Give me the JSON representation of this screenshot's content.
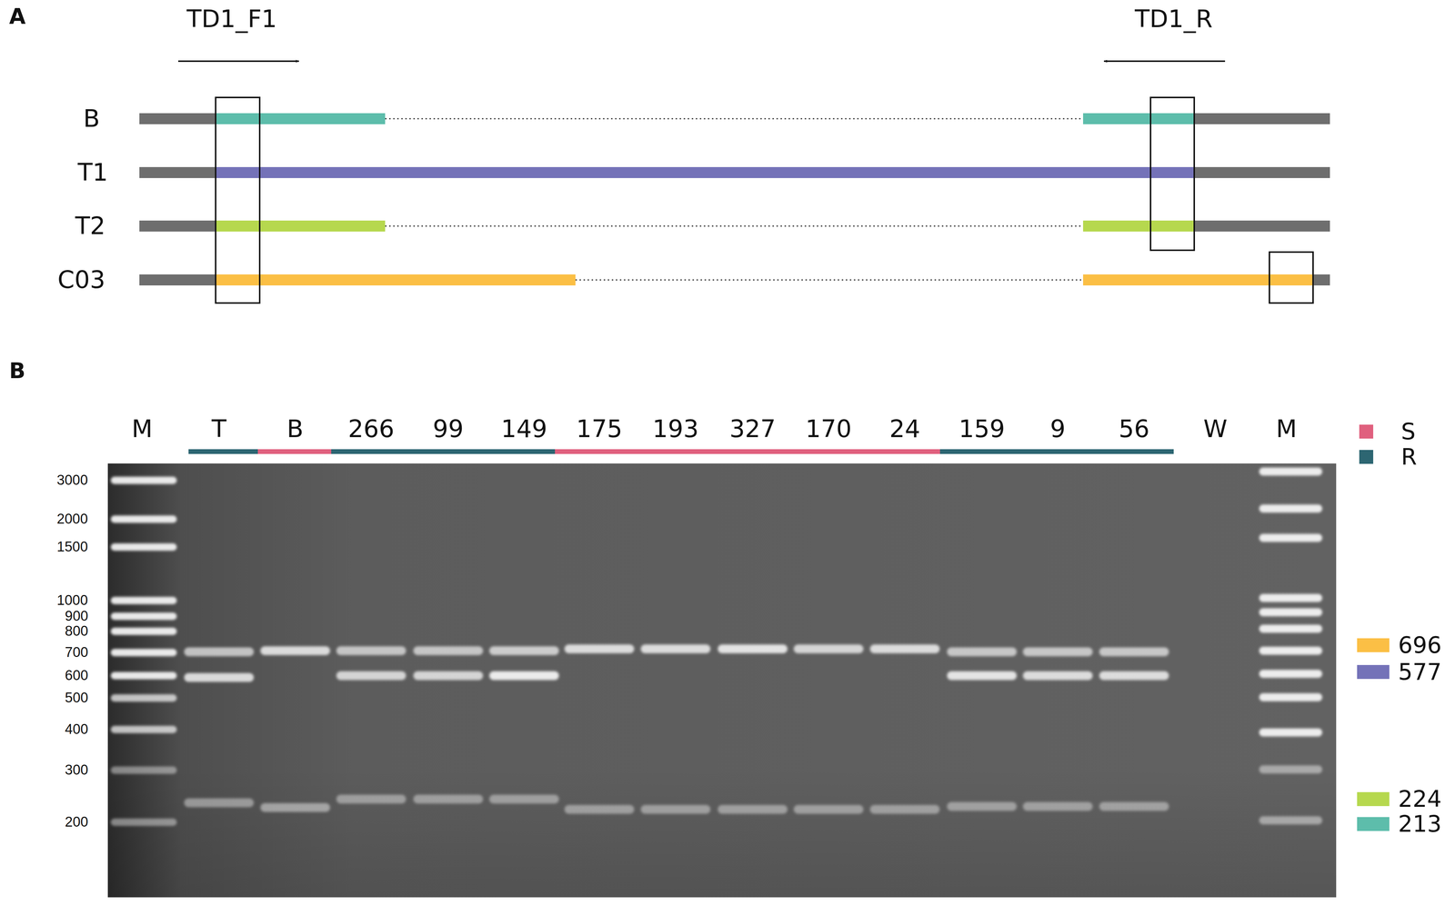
{
  "diagram": {
    "labels": [
      "A",
      "TD1_F1",
      "TD1_R",
      "B",
      "T1",
      "T2",
      "C03",
      "B",
      "M",
      "T",
      "B",
      "266",
      "99",
      "149",
      "175",
      "193",
      "327",
      "170",
      "24",
      "159",
      "9",
      "56",
      "W",
      "M",
      "3000",
      "2000",
      "1500",
      "1000",
      "900",
      "800",
      "700",
      "600",
      "500",
      "400",
      "300",
      "200"
    ],
    "legend": [
      {
        "text": "S",
        "color": "#e0607e"
      },
      {
        "text": "R",
        "color": "#2d6672"
      },
      {
        "text": "696",
        "color": "#fbbf45"
      },
      {
        "text": "577",
        "color": "#7472b8"
      },
      {
        "text": "224",
        "color": "#b6d84e"
      },
      {
        "text": "213",
        "color": "#5dbdab"
      }
    ]
  }
}
